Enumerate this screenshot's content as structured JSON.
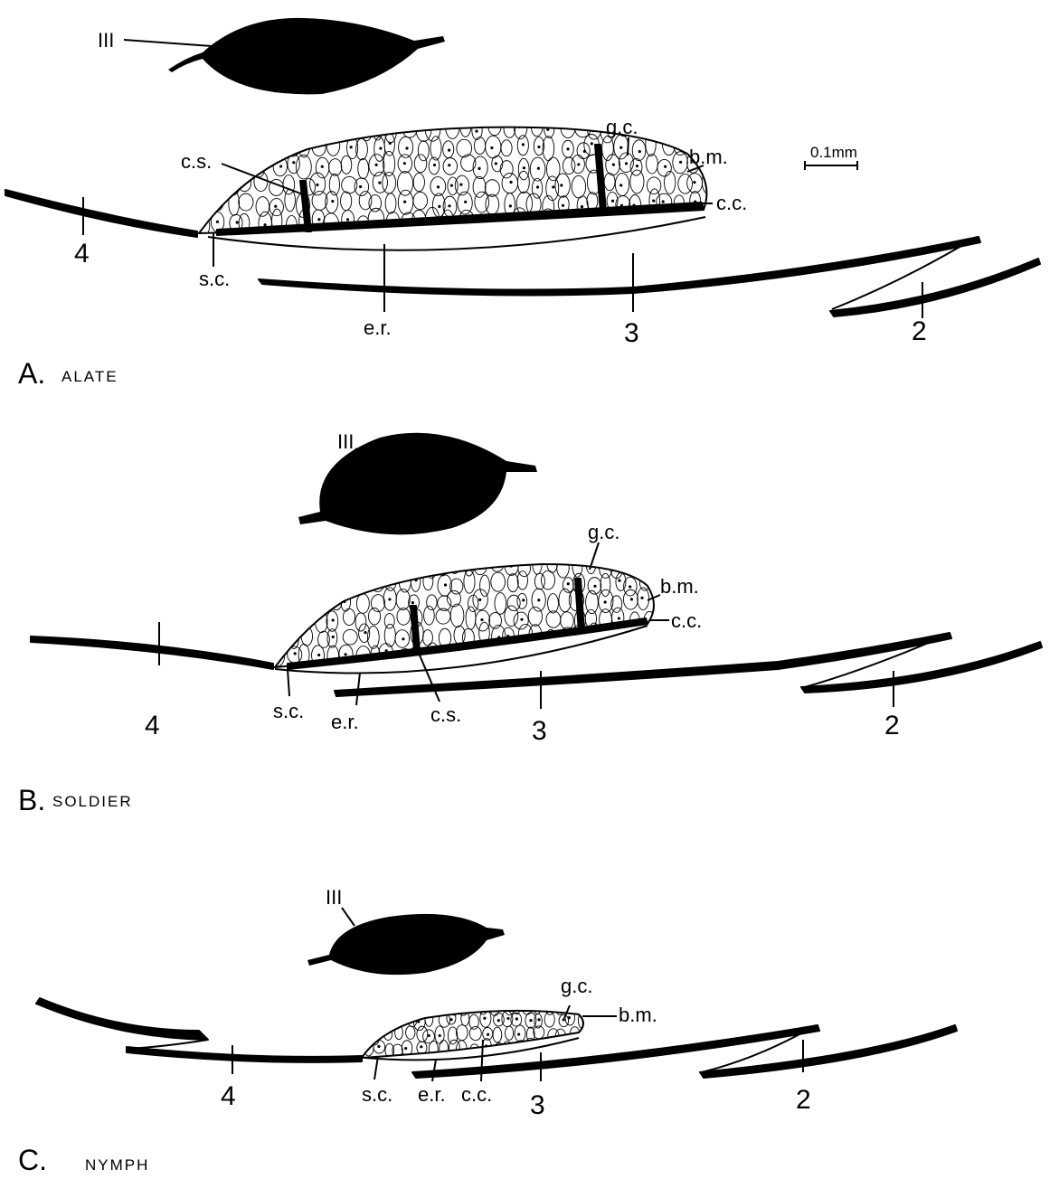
{
  "scale_bar": {
    "label": "0.1mm"
  },
  "panels": [
    {
      "letter": "A.",
      "name": "ALATE",
      "ganglion": "III",
      "labels": {
        "cs": "c.s.",
        "gc": "g.c.",
        "bm": "b.m.",
        "cc": "c.c.",
        "sc": "s.c.",
        "er": "e.r.",
        "seg4": "4",
        "seg3": "3",
        "seg2": "2"
      }
    },
    {
      "letter": "B.",
      "name": "SOLDIER",
      "ganglion": "III",
      "labels": {
        "gc": "g.c.",
        "bm": "b.m.",
        "cc": "c.c.",
        "sc": "s.c.",
        "er": "e.r.",
        "cs": "c.s.",
        "seg4": "4",
        "seg3": "3",
        "seg2": "2"
      }
    },
    {
      "letter": "C.",
      "name": "NYMPH",
      "ganglion": "III",
      "labels": {
        "gc": "g.c.",
        "bm": "b.m.",
        "sc": "s.c.",
        "er": "e.r.",
        "cc": "c.c.",
        "seg4": "4",
        "seg3": "3",
        "seg2": "2"
      }
    }
  ]
}
